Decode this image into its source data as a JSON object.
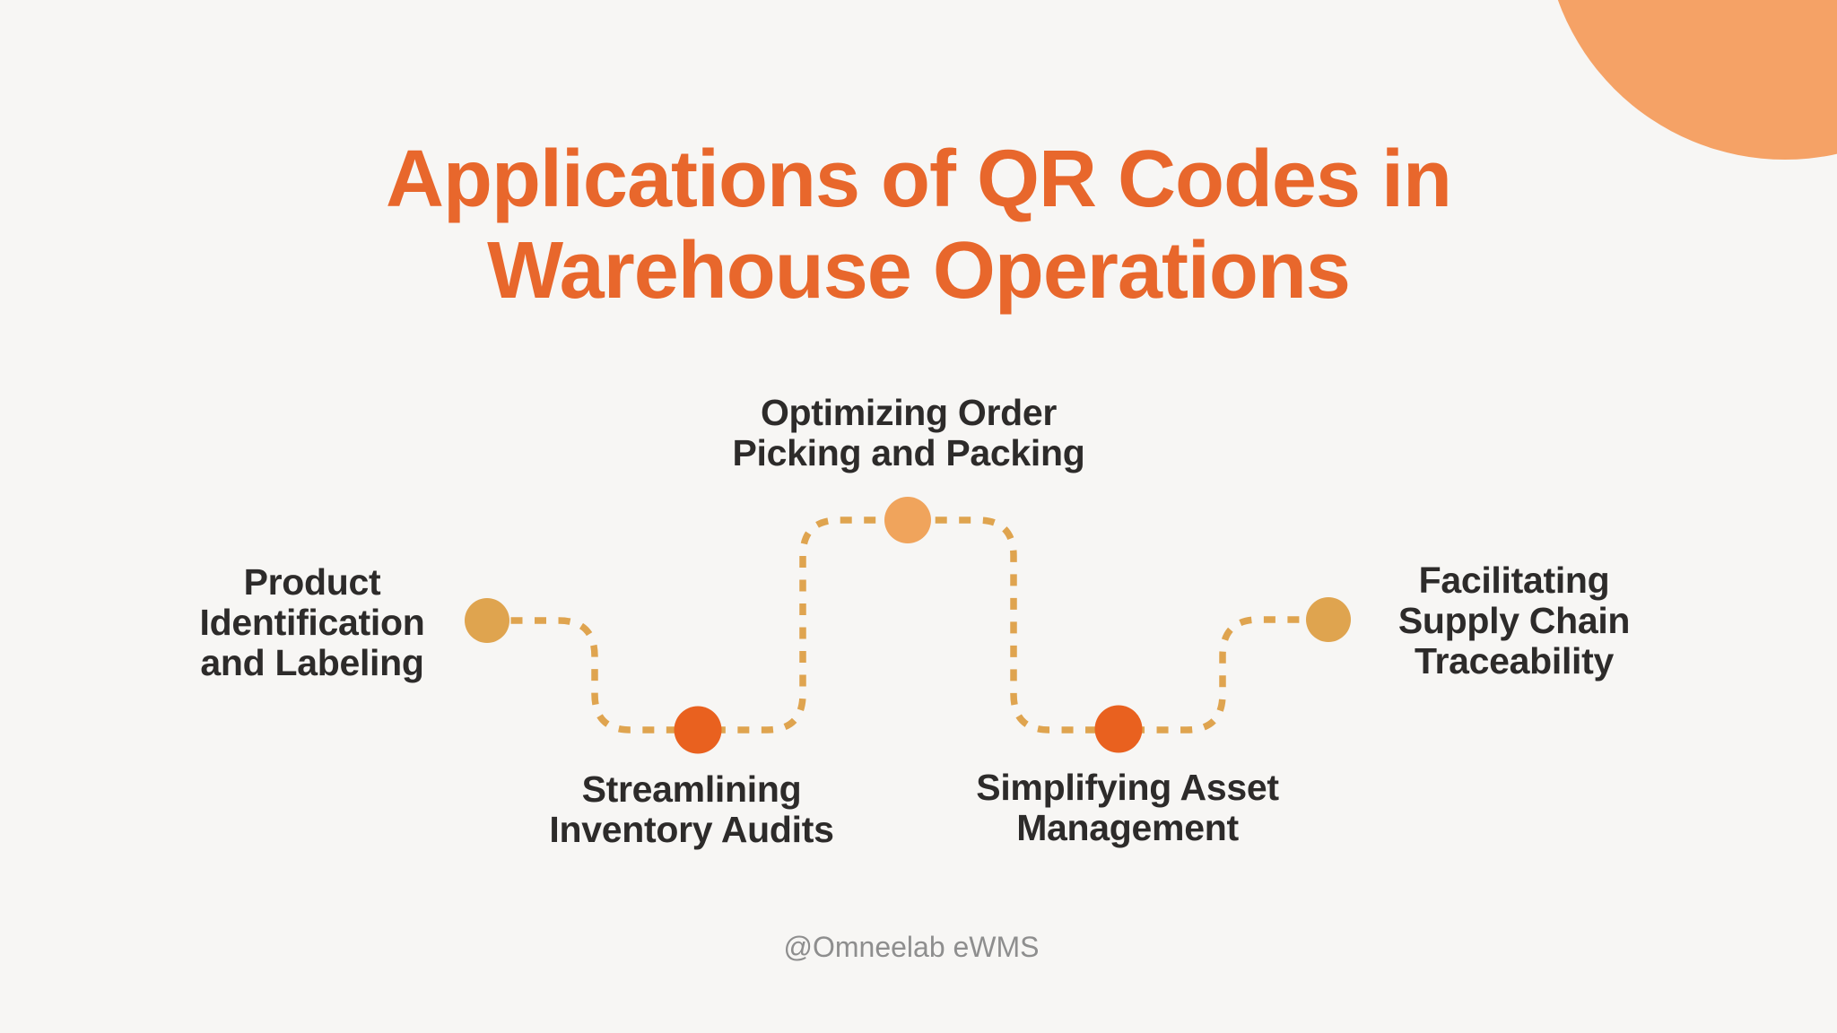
{
  "title": "Applications of QR Codes in\nWarehouse Operations",
  "steps": [
    {
      "label": "Product\nIdentification\nand Labeling",
      "dot_color": "#DFA44F"
    },
    {
      "label": "Streamlining\nInventory Audits",
      "dot_color": "#E9611F"
    },
    {
      "label": "Optimizing Order\nPicking and Packing",
      "dot_color": "#F0A45C"
    },
    {
      "label": "Simplifying Asset\nManagement",
      "dot_color": "#E9611F"
    },
    {
      "label": "Facilitating\nSupply Chain\nTraceability",
      "dot_color": "#DFA44F"
    }
  ],
  "watermark": "@Omneelab eWMS",
  "colors": {
    "background": "#F7F6F4",
    "title": "#E8672C",
    "label_text": "#2D2B2A",
    "path_dash": "#DFA44F",
    "dot_gold": "#DFA44F",
    "dot_orange": "#E9611F",
    "dot_light_orange": "#F0A45C",
    "corner_circle": "#F5A266",
    "watermark": "#8E8E8E"
  }
}
